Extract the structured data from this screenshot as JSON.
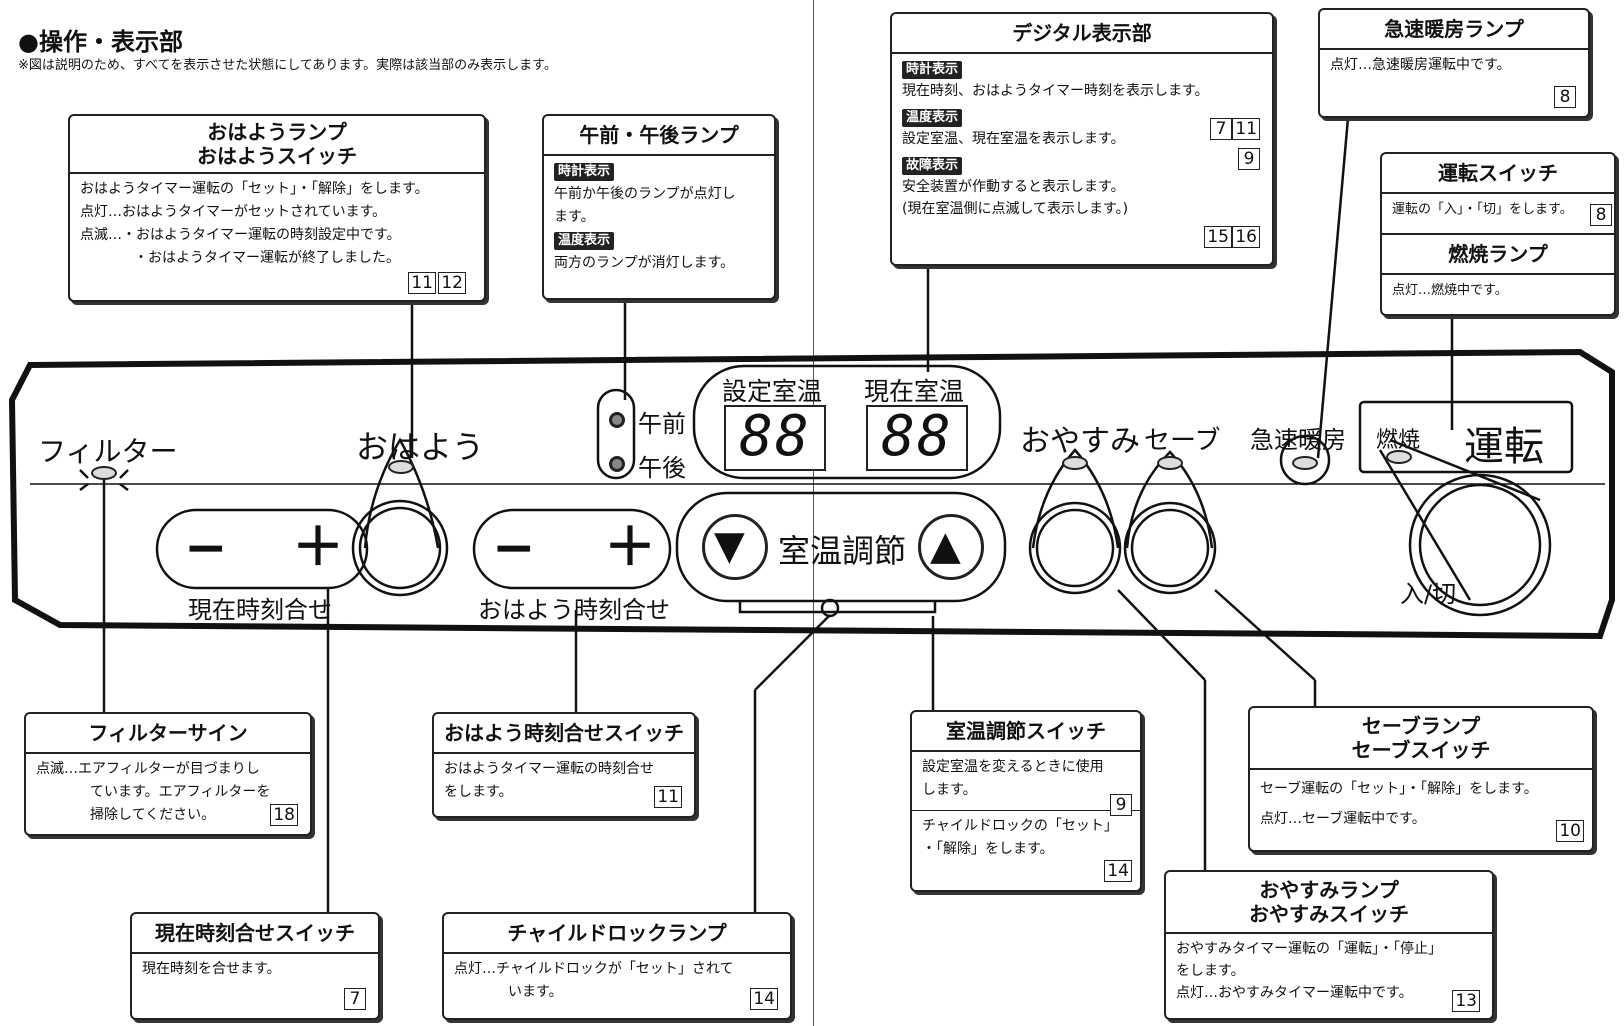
{
  "header": {
    "title": "●操作・表示部",
    "note": "※図は説明のため、すべてを表示させた状態にしてあります。実際は該当部のみ表示します。"
  },
  "panel": {
    "filter": "フィルター",
    "ohayo": "おはよう",
    "am": "午前",
    "pm": "午後",
    "set_temp": "設定室温",
    "cur_temp": "現在室温",
    "lcd1": "88",
    "lcd2": "88",
    "oyasumi": "おやすみ",
    "save": "セーブ",
    "kyusoku": "急速暖房",
    "nensho": "燃焼",
    "unten": "運転",
    "minus": "−",
    "plus": "＋",
    "genzai_jikoku": "現在時刻合せ",
    "ohayo_jikoku": "おはよう時刻合せ",
    "shitsuon": "室温調節",
    "down": "▼",
    "up": "▲",
    "iri_kiri": "入/切"
  },
  "boxes": {
    "ohayo": {
      "title1": "おはようランプ",
      "title2": "おはようスイッチ",
      "l1": "おはようタイマー運転の「セット」・「解除」をします。",
      "l2": "点灯…おはようタイマーがセットされています。",
      "l3": "点滅…・おはようタイマー運転の時刻設定中です。",
      "l4": "・おはようタイマー運転が終了しました。",
      "r1": "11",
      "r2": "12"
    },
    "ampm": {
      "title": "午前・午後ランプ",
      "tag1": "時計表示",
      "l1": "午前か午後のランプが点灯し",
      "l2": "ます。",
      "tag2": "温度表示",
      "l3": "両方のランプが消灯します。"
    },
    "digital": {
      "title": "デジタル表示部",
      "tag1": "時計表示",
      "l1": "現在時刻、おはようタイマー時刻を表示します。",
      "r1": "7",
      "r2": "11",
      "tag2": "温度表示",
      "l2": "設定室温、現在室温を表示します。",
      "r3": "9",
      "tag3": "故障表示",
      "l3": "安全装置が作動すると表示します。",
      "l4": "(現在室温側に点滅して表示します。)",
      "r4": "15",
      "r5": "16"
    },
    "kyusoku": {
      "title": "急速暖房ランプ",
      "l1": "点灯…急速暖房運転中です。",
      "r1": "8"
    },
    "unten": {
      "title": "運転スイッチ",
      "l1": "運転の「入」・「切」をします。",
      "r1": "8",
      "title2": "燃焼ランプ",
      "l2": "点灯…燃焼中です。"
    },
    "filter": {
      "title": "フィルターサイン",
      "l1": "点滅…エアフィルターが目づまりし",
      "l2": "ています。エアフィルターを",
      "l3": "掃除してください。",
      "r1": "18"
    },
    "ohayo_jikoku": {
      "title": "おはよう時刻合せスイッチ",
      "l1": "おはようタイマー運転の時刻合せ",
      "l2": "をします。",
      "r1": "11"
    },
    "shitsuon": {
      "title": "室温調節スイッチ",
      "l1": "設定室温を変えるときに使用",
      "l2": "します。",
      "r1": "9",
      "l3": "チャイルドロックの「セット」",
      "l4": "・「解除」をします。",
      "r2": "14"
    },
    "save": {
      "title1": "セーブランプ",
      "title2": "セーブスイッチ",
      "l1": "セーブ運転の「セット」・「解除」をします。",
      "l2": "点灯…セーブ運転中です。",
      "r1": "10"
    },
    "genzai": {
      "title": "現在時刻合せスイッチ",
      "l1": "現在時刻を合せます。",
      "r1": "7"
    },
    "child": {
      "title": "チャイルドロックランプ",
      "l1": "点灯…チャイルドロックが「セット」されて",
      "l2": "います。",
      "r1": "14"
    },
    "oyasumi": {
      "title1": "おやすみランプ",
      "title2": "おやすみスイッチ",
      "l1": "おやすみタイマー運転の「運転」・「停止」",
      "l2": "をします。",
      "l3": "点灯…おやすみタイマー運転中です。",
      "r1": "13"
    }
  }
}
